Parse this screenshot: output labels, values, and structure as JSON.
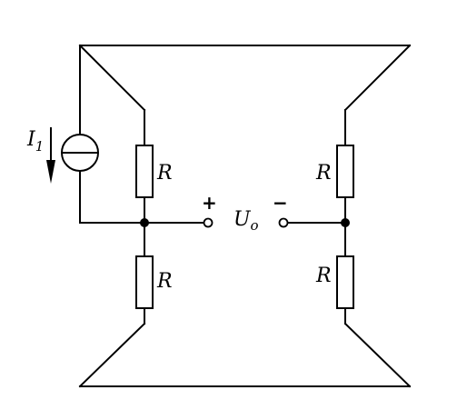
{
  "diagram": {
    "source": {
      "name": "I",
      "subscript": "1"
    },
    "resistor_label": "R",
    "output": {
      "name": "U",
      "subscript": "o",
      "plus": "+",
      "minus": "−"
    }
  }
}
